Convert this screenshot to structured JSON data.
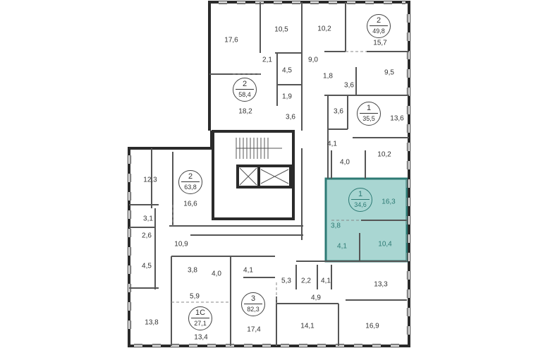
{
  "colors": {
    "wall": "#2b2b2b",
    "highlight": "#a9d6d2",
    "highlight_text": "#2d7a74"
  },
  "apartments": [
    {
      "rooms": "2",
      "area": "49,8"
    },
    {
      "rooms": "2",
      "area": "58,4"
    },
    {
      "rooms": "1",
      "area": "35,5"
    },
    {
      "rooms": "2",
      "area": "63,8"
    },
    {
      "rooms": "1",
      "area": "34,6",
      "highlighted": true
    },
    {
      "rooms": "3",
      "area": "82,3"
    },
    {
      "rooms": "1С",
      "area": "27,1"
    }
  ],
  "rooms": [
    "17,6",
    "10,5",
    "10,2",
    "15,7",
    "2,1",
    "4,5",
    "9,0",
    "1,8",
    "3,6",
    "9,5",
    "1,9",
    "18,2",
    "3,6",
    "3,6",
    "13,6",
    "4,1",
    "10,2",
    "4,0",
    "12,3",
    "16,6",
    "16,3",
    "3,1",
    "3,8",
    "2,6",
    "10,9",
    "4,1",
    "10,4",
    "4,5",
    "3,8",
    "4,0",
    "4,1",
    "5,3",
    "2,2",
    "4,1",
    "13,3",
    "5,9",
    "4,9",
    "13,8",
    "17,4",
    "14,1",
    "16,9",
    "13,4"
  ]
}
